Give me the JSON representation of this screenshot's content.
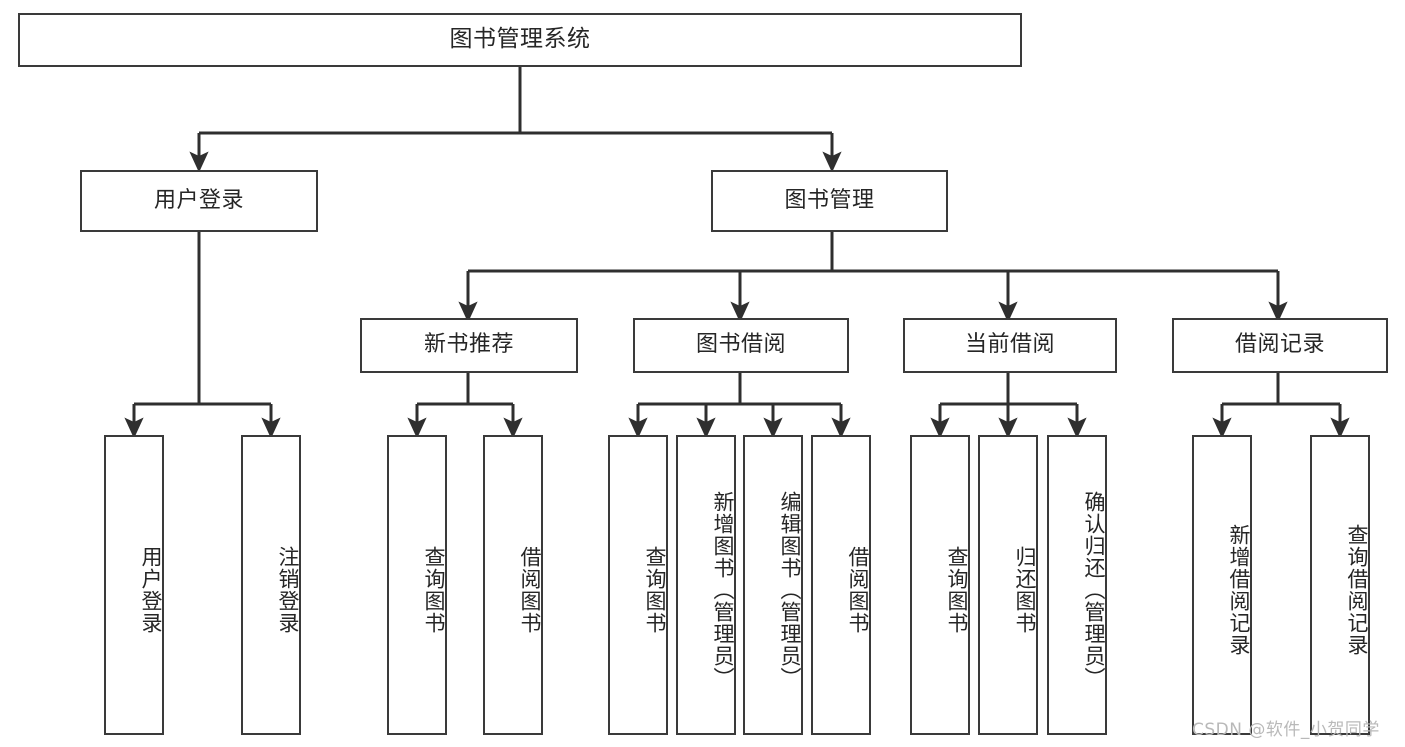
{
  "diagram": {
    "title": "图书管理系统",
    "type": "hierarchy-tree",
    "orientation": "top-down",
    "colors": {
      "box_border": "#3a3a3a",
      "box_fill": "#ffffff",
      "connector": "#2f2f2f",
      "text": "#262626",
      "watermark": "#b9b9b9",
      "background": "#ffffff"
    },
    "watermark": "CSDN @软件_小贺同学"
  },
  "nodes": {
    "root": {
      "label": "图书管理系统"
    },
    "level2": [
      {
        "label": "用户登录"
      },
      {
        "label": "图书管理"
      }
    ],
    "level3": [
      {
        "label": "新书推荐"
      },
      {
        "label": "图书借阅"
      },
      {
        "label": "当前借阅"
      },
      {
        "label": "借阅记录"
      }
    ],
    "leaves": {
      "user_login": [
        {
          "label": "用户登录"
        },
        {
          "label": "注销登录"
        }
      ],
      "new_book_recommend": [
        {
          "label": "查询图书"
        },
        {
          "label": "借阅图书"
        }
      ],
      "book_borrow": [
        {
          "label": "查询图书"
        },
        {
          "label": "新增图书（管理员）"
        },
        {
          "label": "编辑图书（管理员）"
        },
        {
          "label": "借阅图书"
        }
      ],
      "current_borrow": [
        {
          "label": "查询图书"
        },
        {
          "label": "归还图书"
        },
        {
          "label": "确认归还（管理员）"
        }
      ],
      "borrow_record": [
        {
          "label": "新增借阅记录"
        },
        {
          "label": "查询借阅记录"
        }
      ]
    }
  },
  "tree_data": {
    "name": "图书管理系统",
    "children": [
      {
        "name": "用户登录",
        "children": [
          {
            "name": "用户登录"
          },
          {
            "name": "注销登录"
          }
        ]
      },
      {
        "name": "图书管理",
        "children": [
          {
            "name": "新书推荐",
            "children": [
              {
                "name": "查询图书"
              },
              {
                "name": "借阅图书"
              }
            ]
          },
          {
            "name": "图书借阅",
            "children": [
              {
                "name": "查询图书"
              },
              {
                "name": "新增图书（管理员）"
              },
              {
                "name": "编辑图书（管理员）"
              },
              {
                "name": "借阅图书"
              }
            ]
          },
          {
            "name": "当前借阅",
            "children": [
              {
                "name": "查询图书"
              },
              {
                "name": "归还图书"
              },
              {
                "name": "确认归还（管理员）"
              }
            ]
          },
          {
            "name": "借阅记录",
            "children": [
              {
                "name": "新增借阅记录"
              },
              {
                "name": "查询借阅记录"
              }
            ]
          }
        ]
      }
    ]
  }
}
